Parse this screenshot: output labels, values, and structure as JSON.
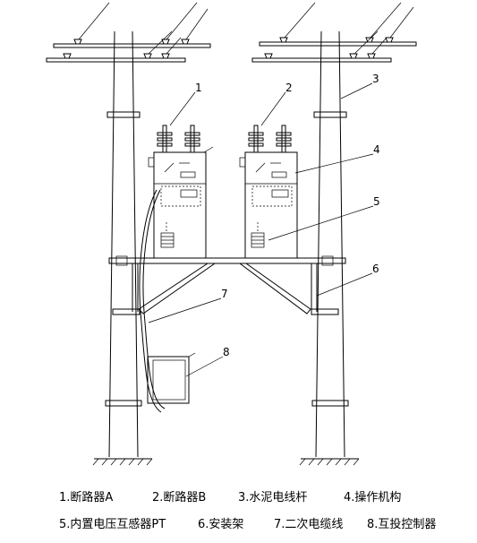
{
  "callouts": [
    "1",
    "2",
    "3",
    "4",
    "5",
    "6",
    "7",
    "8"
  ],
  "legend": {
    "row1": [
      "1.断路器A",
      "2.断路器B",
      "3.水泥电线杆",
      "4.操作机构"
    ],
    "row2": [
      "5.内置电压互感器PT",
      "6.安装架",
      "7.二次电缆线",
      "8.互投控制器"
    ]
  }
}
